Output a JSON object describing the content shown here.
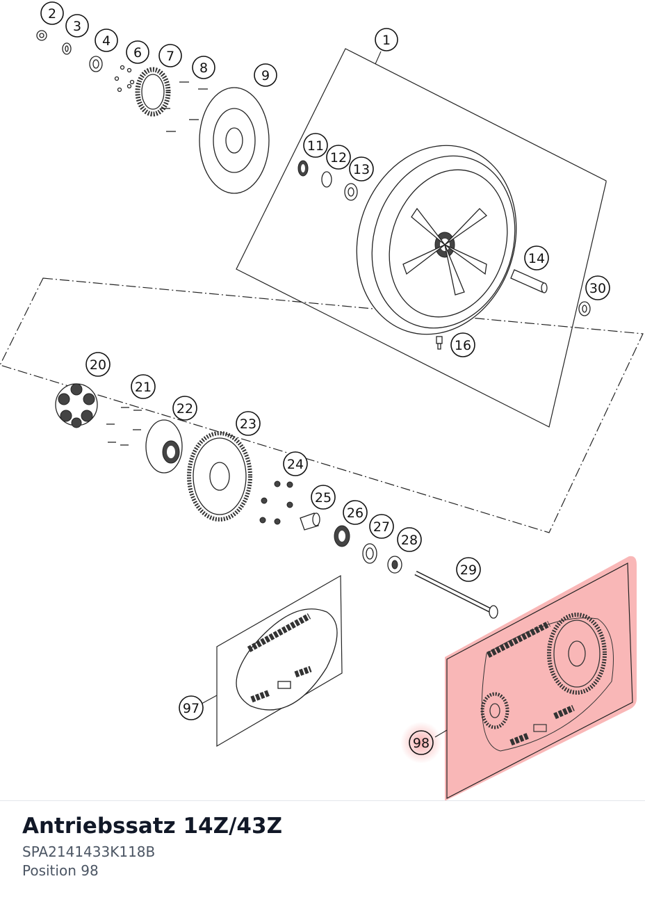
{
  "diagram": {
    "callouts": [
      "1",
      "2",
      "3",
      "4",
      "6",
      "7",
      "8",
      "9",
      "11",
      "12",
      "13",
      "14",
      "16",
      "20",
      "21",
      "22",
      "23",
      "24",
      "25",
      "26",
      "27",
      "28",
      "29",
      "30",
      "97",
      "98"
    ],
    "highlighted_callout": "98",
    "highlight_color": "#f28b8b"
  },
  "part": {
    "title": "Antriebssatz 14Z/43Z",
    "number": "SPA2141433K118B",
    "position": "Position 98"
  }
}
